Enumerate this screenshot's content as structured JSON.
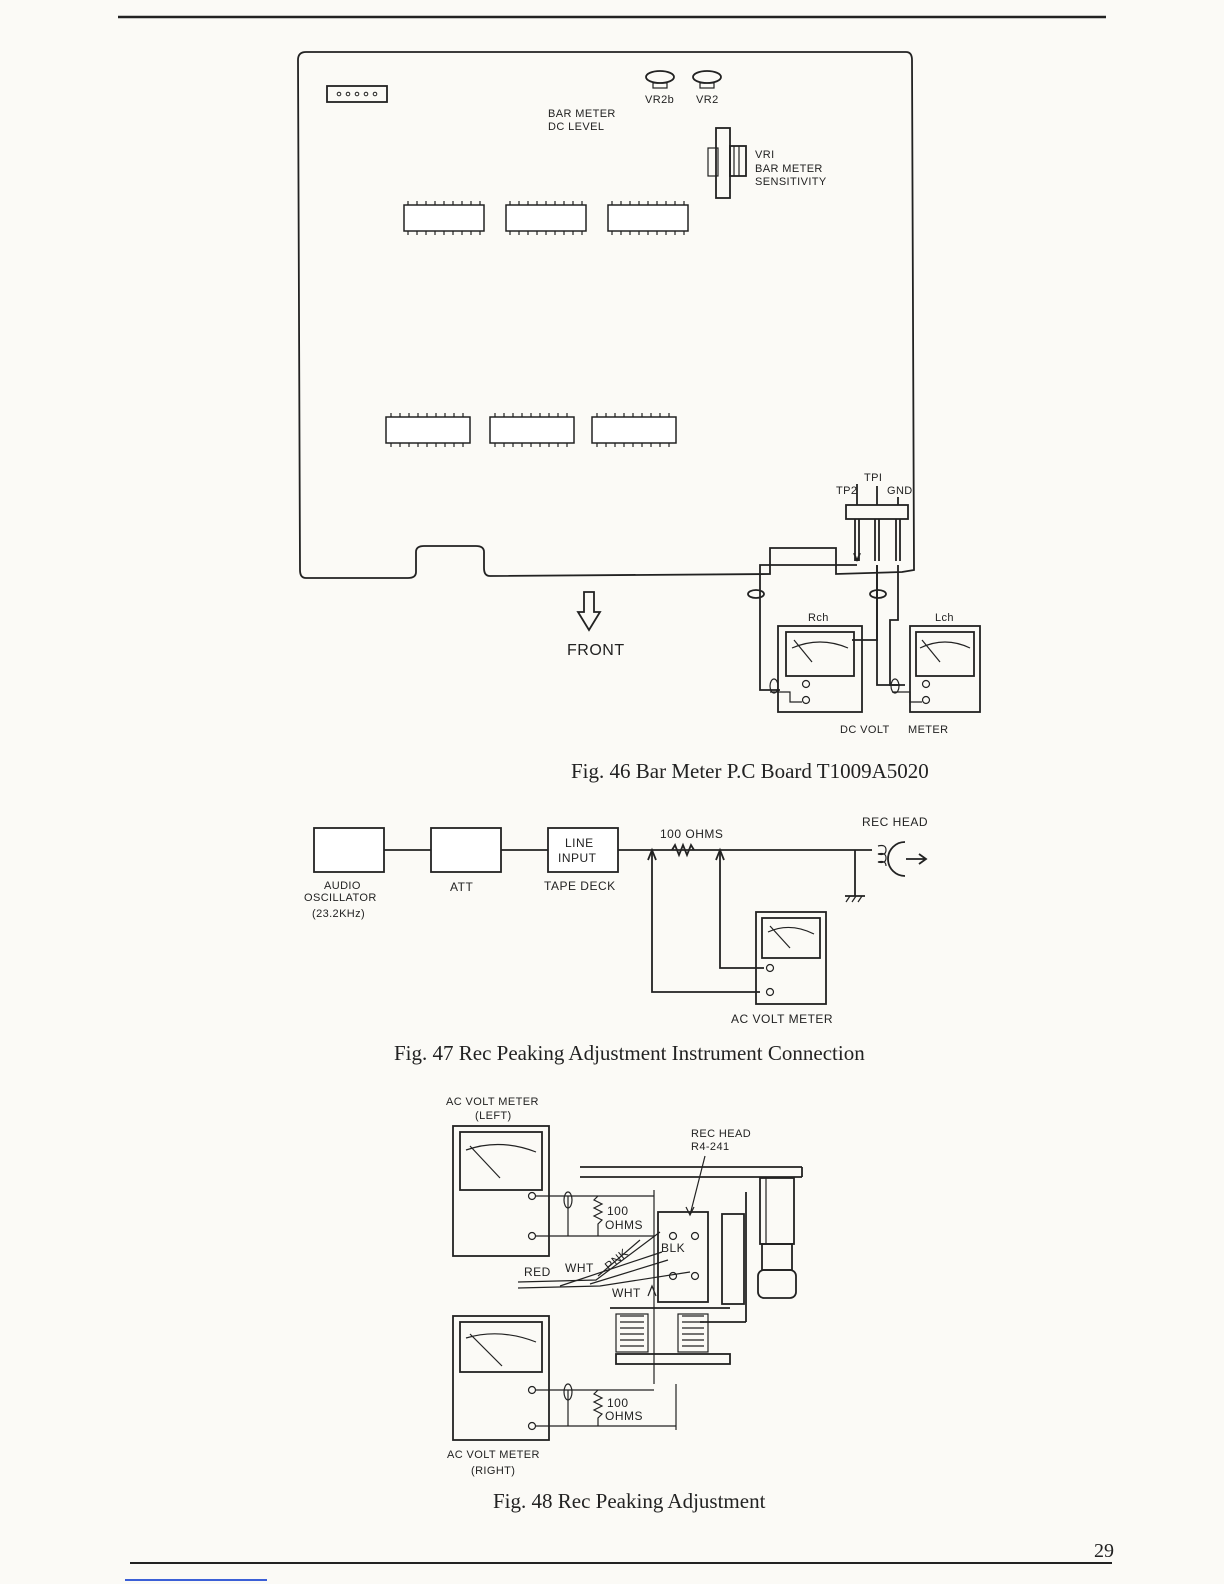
{
  "page_number": "29",
  "fig46": {
    "caption": "Fig.  46  Bar Meter P.C Board T1009A5020",
    "labels": {
      "vr2b": "VR2b",
      "vr2": "VR2",
      "bar_meter_dc_1": "BAR METER",
      "bar_meter_dc_2": "DC LEVEL",
      "vr1": "VRI",
      "vr1_desc_1": "BAR METER",
      "vr1_desc_2": "SENSITIVITY",
      "tp1": "TPI",
      "tp2": "TP2",
      "gnd": "GND",
      "front": "FRONT",
      "rch": "Rch",
      "lch": "Lch",
      "dc_volt": "DC  VOLT",
      "meter": "METER"
    }
  },
  "fig47": {
    "caption": "Fig.  47  Rec Peaking Adjustment Instrument Connection",
    "labels": {
      "audio_osc_1": "AUDIO",
      "audio_osc_2": "OSCILLATOR",
      "audio_osc_3": "(23.2KHz)",
      "att": "ATT",
      "line": "LINE",
      "input": "INPUT",
      "tape_deck": "TAPE  DECK",
      "ohms": "100 OHMS",
      "rec_head": "REC  HEAD",
      "ac_volt_meter": "AC  VOLT  METER"
    }
  },
  "fig48": {
    "caption": "Fig.  48  Rec Peaking Adjustment",
    "labels": {
      "left_meter_1": "AC VOLT  METER",
      "left_meter_2": "(LEFT)",
      "rec_head_1": "REC HEAD",
      "rec_head_2": "R4-241",
      "ohms_top_1": "100",
      "ohms_top_2": "OHMS",
      "pnk": "PNK",
      "blk": "BLK",
      "red": "RED",
      "wht1": "WHT",
      "wht2": "WHT",
      "ohms_bot_1": "100",
      "ohms_bot_2": "OHMS",
      "right_meter_1": "AC VOLT   METER",
      "right_meter_2": "(RIGHT)"
    }
  }
}
